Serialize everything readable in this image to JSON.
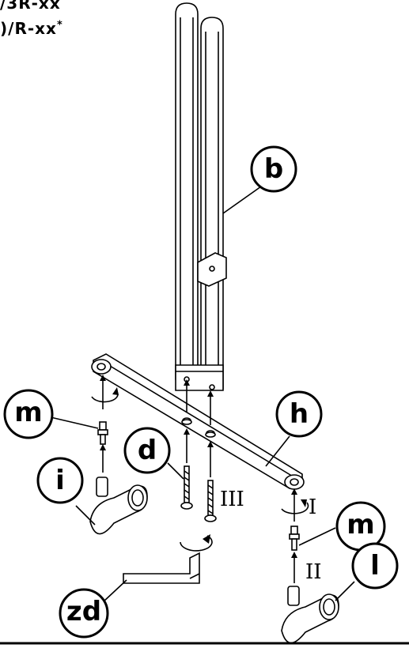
{
  "header": {
    "line1": "/3R-xx",
    "line2": ")/R-xx",
    "line2_mark": "*"
  },
  "labels": {
    "b": "b",
    "h": "h",
    "m_left": "m",
    "m_right": "m",
    "d": "d",
    "i": "i",
    "l": "l",
    "zd": "zd"
  },
  "steps": {
    "I": "I",
    "II": "II",
    "III": "III"
  }
}
